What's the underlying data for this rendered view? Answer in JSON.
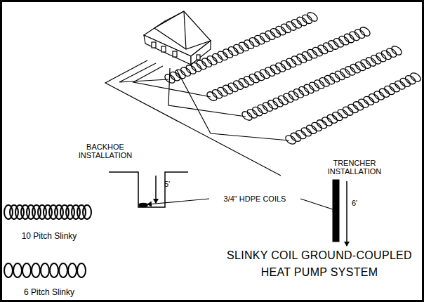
{
  "diagram": {
    "title": "SLINKY COIL GROUND-COUPLED HEAT PUMP SYSTEM",
    "labels": [
      "BACKHOE INSTALLATION",
      "TRENCHER INSTALLATION",
      "5'",
      "6'",
      "3/4\" HDPE COILS",
      "10 Pitch Slinky",
      "6 Pitch Slinky"
    ]
  }
}
